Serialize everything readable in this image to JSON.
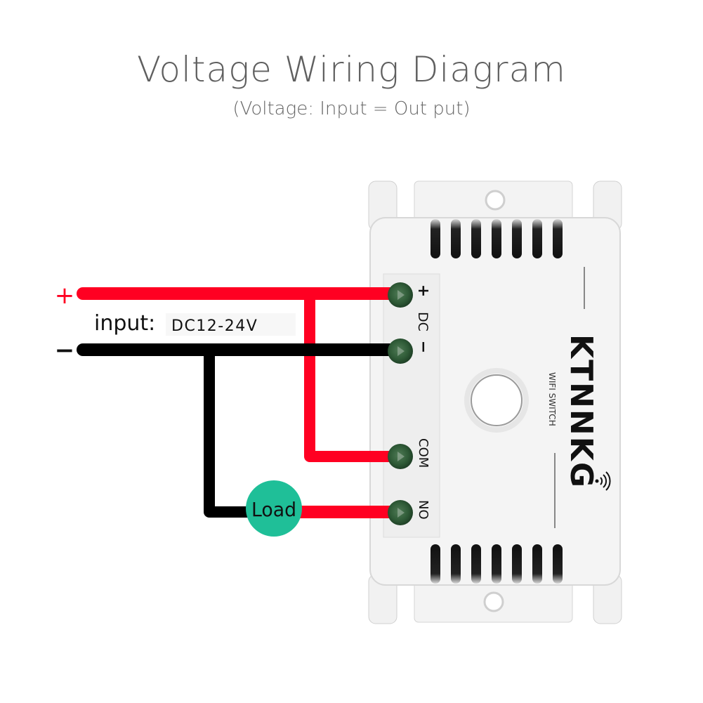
{
  "header": {
    "title": "Voltage Wiring Diagram",
    "subtitle": "(Voltage: Input = Out put)"
  },
  "input": {
    "label": "input:",
    "value": "DC12-24V",
    "positive_symbol": "+",
    "negative_symbol": "−"
  },
  "load": {
    "label": "Load",
    "color": "#1fbf98"
  },
  "device": {
    "brand": "KTNNKG",
    "model": "WIFI SWITCH",
    "terminals": [
      {
        "id": "dc-plus",
        "label": "+"
      },
      {
        "id": "dc-minus",
        "label": "−"
      },
      {
        "id": "com",
        "label": "COM"
      },
      {
        "id": "no",
        "label": "NO"
      }
    ],
    "dc_group_label": "DC"
  },
  "colors": {
    "positive_wire": "#ff0022",
    "negative_wire": "#000000",
    "terminal_screw": "#2f5b37",
    "title_text": "#5f5f5f"
  }
}
